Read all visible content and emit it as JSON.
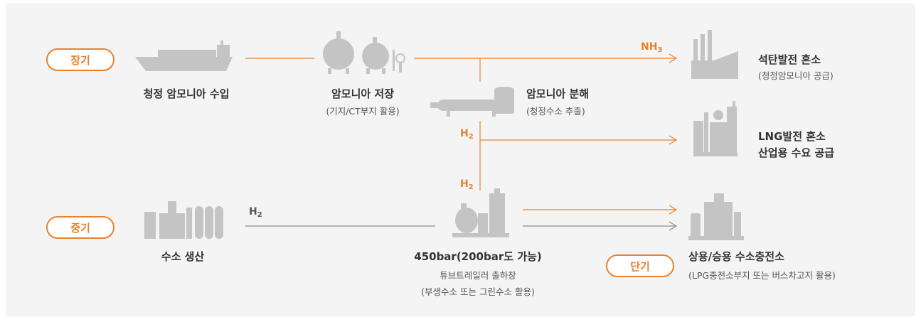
{
  "terms": {
    "long": "장기",
    "mid": "중기",
    "short": "단기"
  },
  "items": {
    "ship": {
      "title": "청정 암모니아 수입"
    },
    "storage": {
      "title": "암모니아 저장",
      "sub": "(기지/CT부지 활용)"
    },
    "cracker": {
      "title": "암모니아 분해",
      "sub": "(청정수소 추출)"
    },
    "coal": {
      "title": "석탄발전 혼소",
      "sub": "(청정암모니아 공급)"
    },
    "lng": {
      "title": "LNG발전 혼소",
      "title2": "산업용 수요 공급"
    },
    "production": {
      "title": "수소 생산"
    },
    "tube": {
      "title": "450bar(200bar도 가능)",
      "sub": "튜브트레일러 출하장",
      "sub2": "(부생수소 또는 그린수소 활용)"
    },
    "station": {
      "title": "상용/승용 수소충전소",
      "sub": "(LPG충전소부지 또는 버스차고지 활용)"
    }
  },
  "flow_labels": {
    "nh3": {
      "main": "NH",
      "subscript": "3"
    },
    "h2_upper": {
      "main": "H",
      "subscript": "2"
    },
    "h2_lower": {
      "main": "H",
      "subscript": "2"
    },
    "h2_production": {
      "main": "H",
      "subscript": "2"
    }
  },
  "colors": {
    "accent": "#e7822d",
    "line_grey": "#8c8c8c",
    "icon_grey": "#c4c4c4",
    "panel": "#f4f4f4"
  }
}
